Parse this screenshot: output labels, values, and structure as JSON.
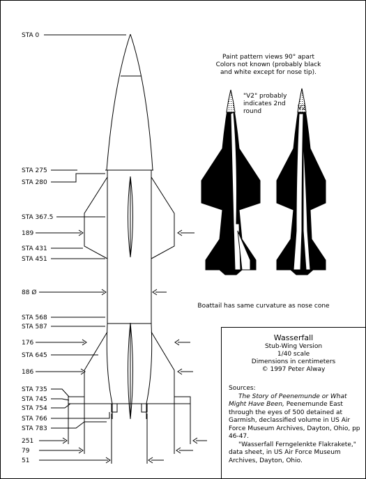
{
  "stations": [
    {
      "label": "STA 0"
    },
    {
      "label": "STA 275"
    },
    {
      "label": "STA 280"
    },
    {
      "label": "STA 367.5"
    },
    {
      "label": "189"
    },
    {
      "label": "STA 431"
    },
    {
      "label": "STA 451"
    },
    {
      "label": "88 Ø"
    },
    {
      "label": "STA 568"
    },
    {
      "label": "STA 587"
    },
    {
      "label": "176"
    },
    {
      "label": "STA 645"
    },
    {
      "label": "186"
    },
    {
      "label": "STA 735"
    },
    {
      "label": "STA 745"
    },
    {
      "label": "STA 754"
    },
    {
      "label": "STA 766"
    },
    {
      "label": "STA 783"
    },
    {
      "label": "251"
    },
    {
      "label": "79"
    },
    {
      "label": "51"
    }
  ],
  "notes": {
    "paint_pattern": [
      "Paint pattern views 90° apart",
      "Colors not known (probably black",
      "and white except for nose tip)."
    ],
    "v2_note": [
      "\"V2\" probably",
      "indicates 2nd",
      "round"
    ],
    "v2_mark": "V2",
    "boattail": "Boattail has same curvature as nose cone"
  },
  "title_block": {
    "title": "Wasserfall",
    "subtitle": "Stub-Wing Version",
    "scale": "1/40 scale",
    "units": "Dimensions in centimeters",
    "copyright": "© 1997 Peter Alway",
    "sources_heading": "Sources:",
    "source1_title": "The Story of Peenemunde or What Might Have Been,",
    "source1_rest": " Peenemunde East through the eyes of 500 detained at Garmish, declassified volume in US Air Force Museum Archives, Dayton, Ohio, pp 46-47.",
    "source2": "\"Wasserfall Ferngelenkte Flakrakete,\" data sheet, in US Air Force Museum Archives, Dayton, Ohio."
  },
  "colors": {
    "ink": "#000000",
    "paper": "#ffffff"
  }
}
